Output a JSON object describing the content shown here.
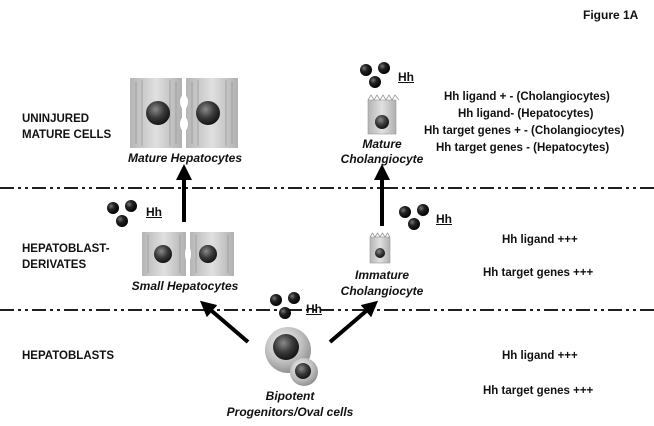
{
  "figure_label": "Figure 1A",
  "hh_label": "Hh",
  "rows": {
    "uninjured": [
      "UNINJURED",
      "MATURE CELLS"
    ],
    "hepatoblast_derivates": [
      "HEPATOBLAST-",
      "DERIVATES"
    ],
    "hepatoblasts": "HEPATOBLASTS"
  },
  "cells": {
    "mature_hepatocytes": "Mature Hepatocytes",
    "mature_cholangiocyte": [
      "Mature",
      "Cholangiocyte"
    ],
    "small_hepatocytes": "Small Hepatocytes",
    "immature_cholangiocyte": [
      "Immature",
      "Cholangiocyte"
    ],
    "bipotent": [
      "Bipotent",
      "Progenitors/Oval cells"
    ]
  },
  "annotations": {
    "mature": [
      "Hh ligand + - (Cholangiocytes)",
      "Hh ligand- (Hepatocytes)",
      "Hh target genes + - (Cholangiocytes)",
      "Hh target genes - (Hepatocytes)"
    ],
    "derivates": [
      "Hh ligand +++",
      "Hh target genes +++"
    ],
    "hepatoblasts": [
      "Hh ligand +++",
      "Hh target genes +++"
    ]
  },
  "colors": {
    "text": "#111111",
    "divider": "#000000",
    "cell_gray": "#c8c8c8",
    "nucleus": "#3a3a3a",
    "ligand_dot": "#1a1a1a"
  }
}
